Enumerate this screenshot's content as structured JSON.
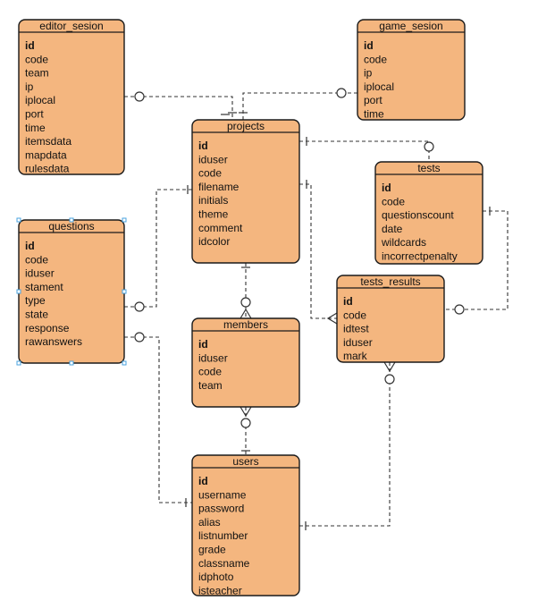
{
  "entities": {
    "editor_sesion": {
      "title": "editor_sesion",
      "fields": [
        "id",
        "code",
        "team",
        "ip",
        "iplocal",
        "port",
        "time",
        "itemsdata",
        "mapdata",
        "rulesdata"
      ]
    },
    "game_sesion": {
      "title": "game_sesion",
      "fields": [
        "id",
        "code",
        "ip",
        "iplocal",
        "port",
        "time"
      ]
    },
    "projects": {
      "title": "projects",
      "fields": [
        "id",
        "iduser",
        "code",
        "filename",
        "initials",
        "theme",
        "comment",
        "idcolor"
      ]
    },
    "tests": {
      "title": "tests",
      "fields": [
        "id",
        "code",
        "questionscount",
        "date",
        "wildcards",
        "incorrectpenalty"
      ]
    },
    "questions": {
      "title": "questions",
      "fields": [
        "id",
        "code",
        "iduser",
        "stament",
        "type",
        "state",
        "response",
        "rawanswers"
      ]
    },
    "tests_results": {
      "title": "tests_results",
      "fields": [
        "id",
        "code",
        "idtest",
        "iduser",
        "mark"
      ]
    },
    "members": {
      "title": "members",
      "fields": [
        "id",
        "iduser",
        "code",
        "team"
      ]
    },
    "users": {
      "title": "users",
      "fields": [
        "id",
        "username",
        "password",
        "alias",
        "listnumber",
        "grade",
        "classname",
        "idphoto",
        "isteacher"
      ]
    }
  },
  "colors": {
    "entity_fill": "#f4b67f",
    "border": "#1a1a1a",
    "connector": "#333333",
    "selection": "#4aa3df"
  }
}
